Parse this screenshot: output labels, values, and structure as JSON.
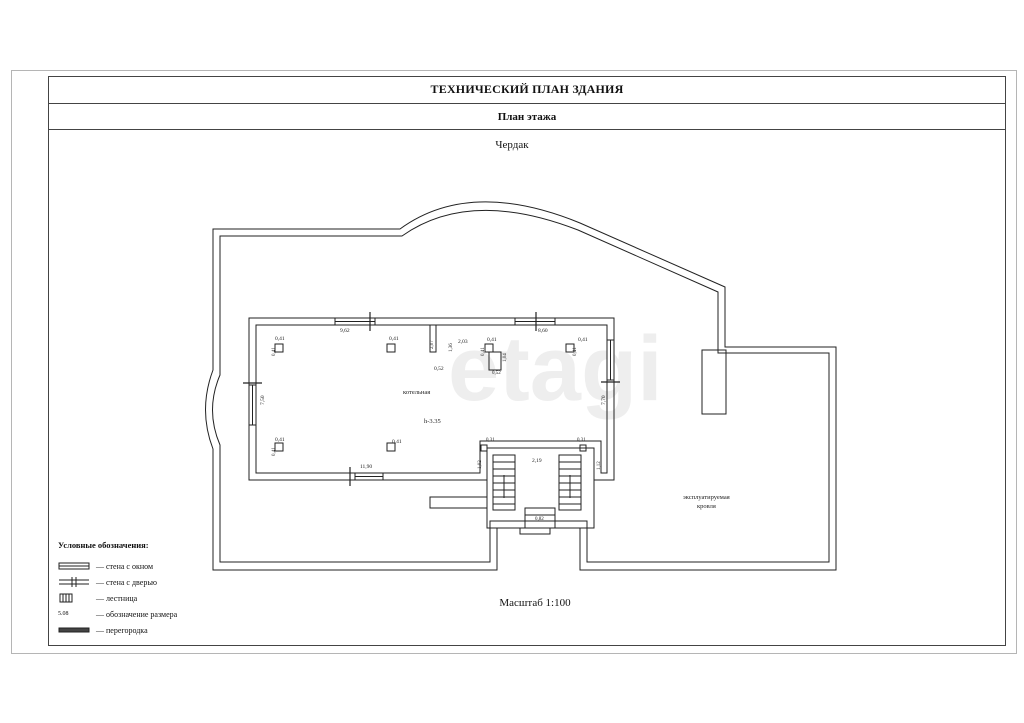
{
  "document": {
    "title": "ТЕХНИЧЕСКИЙ ПЛАН ЗДАНИЯ",
    "subtitle": "План этажа",
    "floor_name": "Чердак",
    "scale": "Масштаб 1:100"
  },
  "plan": {
    "room_name": "котельная",
    "room_height": "h-3.35",
    "roof_label_line1": "эксплуатируемая",
    "roof_label_line2": "кровля",
    "dimensions": {
      "top_left": "9,62",
      "top_right": "8,60",
      "bottom_wall": "11,90",
      "left_wall": "7,50",
      "right_wall": "7,70",
      "stair_width": "2,19",
      "partition_a": "2,07",
      "partition_b": "2,03",
      "partition_c": "1,36",
      "partition_d": "0,52",
      "column_e": "1,04",
      "column_f": "0,52",
      "stair_left": "1,02",
      "stair_right": "1,12",
      "stair_bottom": "0,82"
    },
    "columns": {
      "size": "0,41",
      "small": "0,31"
    },
    "watermark": "etagi"
  },
  "legend": {
    "title": "Условные обозначения:",
    "items": [
      "— стена с окном",
      "— стена с дверью",
      "— лестница",
      "— обозначение размера",
      "— перегородка"
    ],
    "dimension_sample": "5.08"
  }
}
